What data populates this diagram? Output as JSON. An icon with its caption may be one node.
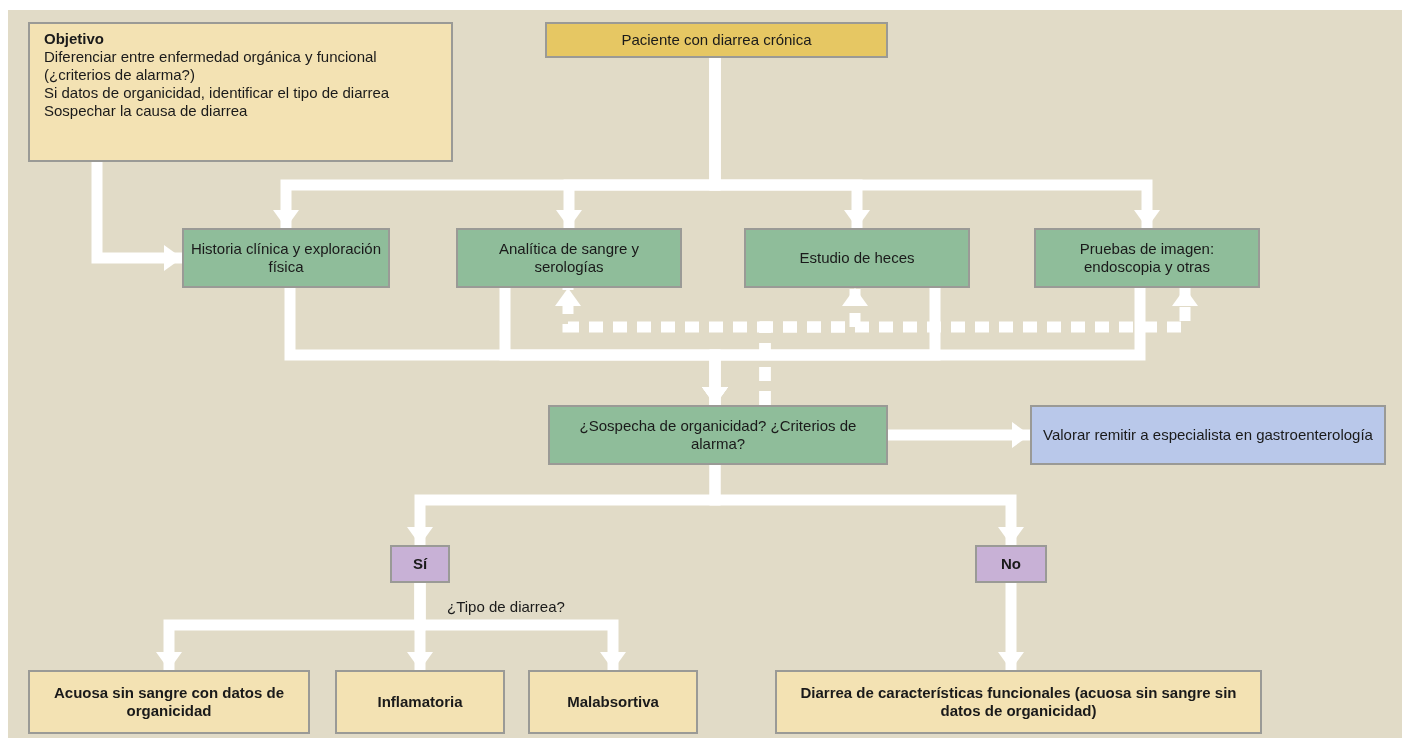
{
  "diagram": {
    "nodes": [
      {
        "text": [
          "Objetivo",
          "Diferenciar entre enfermedad orgánica y funcional (¿criterios de alarma?)",
          "Si datos de organicidad, identificar el tipo de diarrea",
          "Sospechar la causa de diarrea"
        ]
      },
      {
        "text": [
          "Paciente con diarrea crónica"
        ]
      },
      {
        "text": [
          "Historia clínica y exploración física"
        ]
      },
      {
        "text": [
          "Analítica de sangre y serologías"
        ]
      },
      {
        "text": [
          "Estudio de heces"
        ]
      },
      {
        "text": [
          "Pruebas de imagen: endoscopia y otras"
        ]
      },
      {
        "text": [
          "¿Sospecha de organicidad? ¿Criterios de alarma?"
        ]
      },
      {
        "text": [
          "Valorar remitir a especialista en gastroenterología"
        ]
      },
      {
        "text": [
          "Sí"
        ]
      },
      {
        "text": [
          "No"
        ]
      },
      {
        "text": [
          "Acuosa sin sangre con datos de organicidad"
        ]
      },
      {
        "text": [
          "Inflamatoria"
        ]
      },
      {
        "text": [
          "Malabsortiva"
        ]
      },
      {
        "text": [
          "Diarrea de características funcionales (acuosa sin sangre sin datos de organicidad)"
        ]
      }
    ],
    "edges": [
      {
        "from": 0,
        "to": 2,
        "arrow": "to"
      },
      {
        "from": 1,
        "to": 2,
        "arrow": "to"
      },
      {
        "from": 1,
        "to": 3,
        "arrow": "to"
      },
      {
        "from": 1,
        "to": 4,
        "arrow": "to"
      },
      {
        "from": 1,
        "to": 5,
        "arrow": "to"
      },
      {
        "from": 2,
        "to": 6,
        "arrow": "to"
      },
      {
        "from": 3,
        "to": 6,
        "arrow": "to"
      },
      {
        "from": 4,
        "to": 6,
        "arrow": "to"
      },
      {
        "from": 5,
        "to": 6,
        "arrow": "to"
      },
      {
        "from": 6,
        "to": 3,
        "arrow": "to",
        "style": "dashed"
      },
      {
        "from": 6,
        "to": 4,
        "arrow": "to",
        "style": "dashed"
      },
      {
        "from": 6,
        "to": 5,
        "arrow": "to",
        "style": "dashed"
      },
      {
        "from": 6,
        "to": 7,
        "arrow": "to"
      },
      {
        "from": 6,
        "to": 8,
        "arrow": "to"
      },
      {
        "from": 6,
        "to": 9,
        "arrow": "to"
      },
      {
        "from": 8,
        "to": 10,
        "arrow": "to"
      },
      {
        "from": 8,
        "to": 11,
        "arrow": "to"
      },
      {
        "from": 8,
        "to": 12,
        "arrow": "to"
      },
      {
        "from": 9,
        "to": 13,
        "arrow": "to"
      }
    ],
    "labels": [
      "¿Tipo de diarrea?"
    ]
  }
}
